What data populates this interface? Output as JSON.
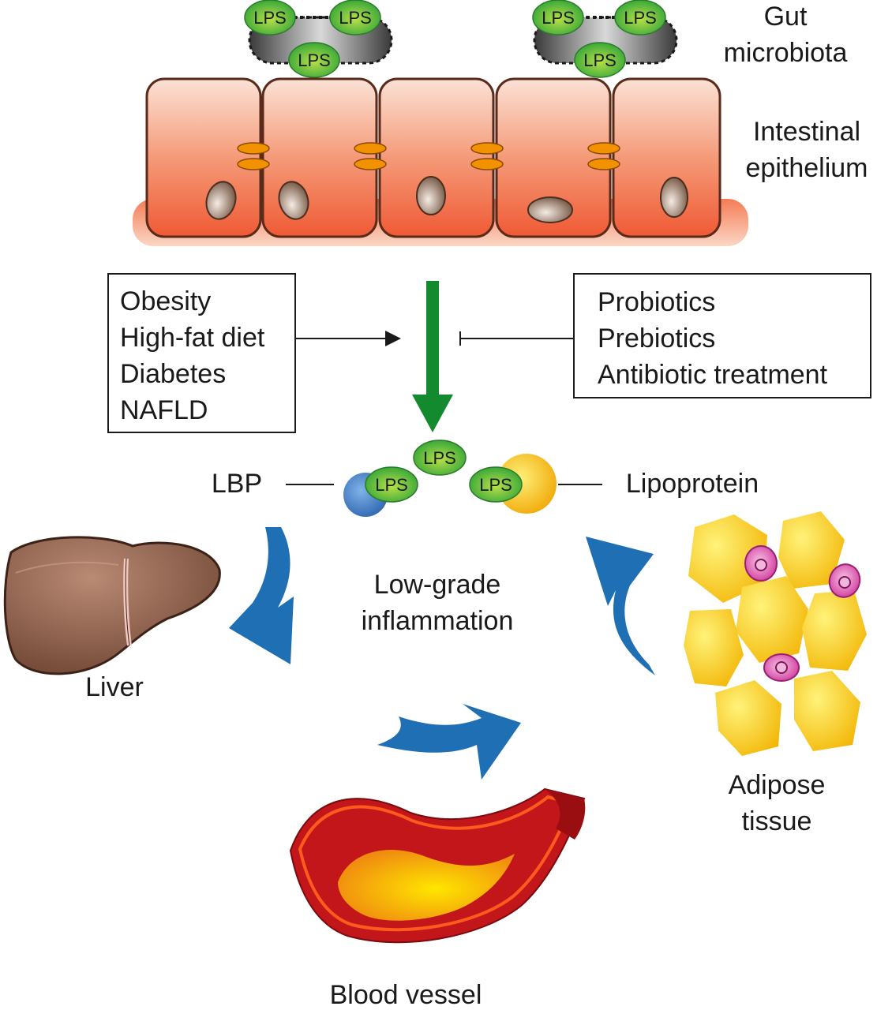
{
  "labels": {
    "gut_line1": "Gut",
    "gut_line2": "microbiota",
    "epi_line1": "Intestinal",
    "epi_line2": "epithelium",
    "left_box": [
      "Obesity",
      "High-fat diet",
      "Diabetes",
      "NAFLD"
    ],
    "right_box": [
      "Probiotics",
      "Prebiotics",
      "Antibiotic treatment"
    ],
    "lbp": "LBP",
    "lipoprotein": "Lipoprotein",
    "center_line1": "Low-grade",
    "center_line2": "inflammation",
    "liver": "Liver",
    "adipose_line1": "Adipose",
    "adipose_line2": "tissue",
    "blood_vessel": "Blood vessel",
    "lps": "LPS"
  },
  "colors": {
    "epithelium_fill": "#f06a45",
    "lps_green": "#3fb538",
    "activation_arrow": "#138a2e",
    "cycle_arrow": "#1f6fb5",
    "lbp_blue": "#3b7fc9",
    "lipoprotein_yellow": "#f2b705",
    "liver_brown": "#8a5a44",
    "adipocyte_yellow": "#f7c320",
    "macrophage_pink": "#e04fb0",
    "vessel_red": "#c3161b"
  },
  "icons": {
    "liver": "liver-icon",
    "adipose": "adipose-tissue-icon",
    "vessel": "blood-vessel-icon",
    "bacteria": "bacterium-icon"
  }
}
